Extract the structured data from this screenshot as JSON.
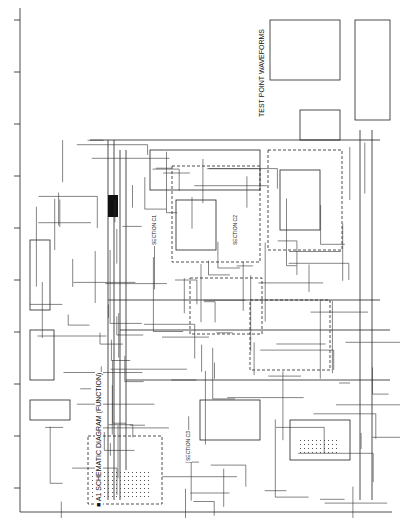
{
  "diagram": {
    "title": "■ A1 SCHEMATIC DIAGRAM (FUNCTION)",
    "labels": [
      "TEST POINT WAVEFORMS",
      "SECTION C1",
      "SECTION C2",
      "SECTION C3"
    ]
  }
}
